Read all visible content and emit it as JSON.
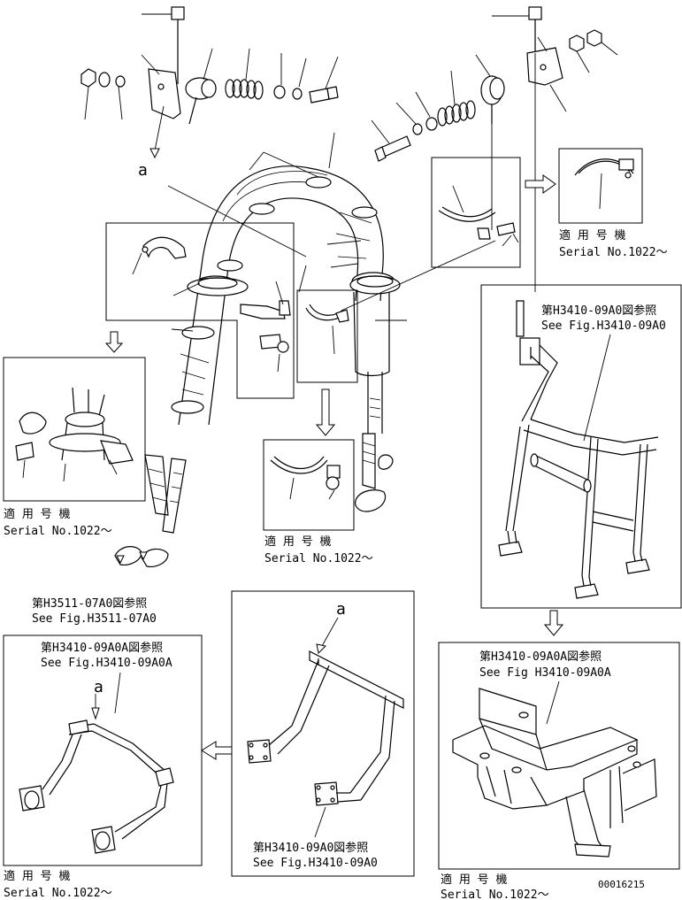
{
  "callouts": {
    "detail_a_top": "a",
    "detail_a_center": "a",
    "detail_a_left": "a"
  },
  "labels": {
    "serial_left_jp": "適 用 号 機",
    "serial_left_en": "Serial No.1022～",
    "serial_mid_jp": "適 用 号 機",
    "serial_mid_en": "Serial No.1022～",
    "serial_topright_jp": "適 用 号 機",
    "serial_topright_en": "Serial No.1022～",
    "serial_botleft_jp": "適 用 号 機",
    "serial_botleft_en": "Serial No.1022～",
    "serial_botright_jp": "適 用 号 機",
    "serial_botright_en": "Serial No.1022～",
    "ref_frame_jp": "第H3410-09A0図参照",
    "ref_frame_en": "See Fig.H3410-09A0",
    "ref_h3511_jp": "第H3511-07A0図参照",
    "ref_h3511_en": "See Fig.H3511-07A0",
    "ref_botleft_jp": "第H3410-09A0A図参照",
    "ref_botleft_en": "See Fig.H3410-09A0A",
    "ref_botcenter_jp": "第H3410-09A0図参照",
    "ref_botcenter_en": "See Fig.H3410-09A0",
    "ref_botright_jp": "第H3410-09A0A図参照",
    "ref_botright_en": "See Fig H3410-09A0A",
    "drawing_number": "00016215"
  }
}
